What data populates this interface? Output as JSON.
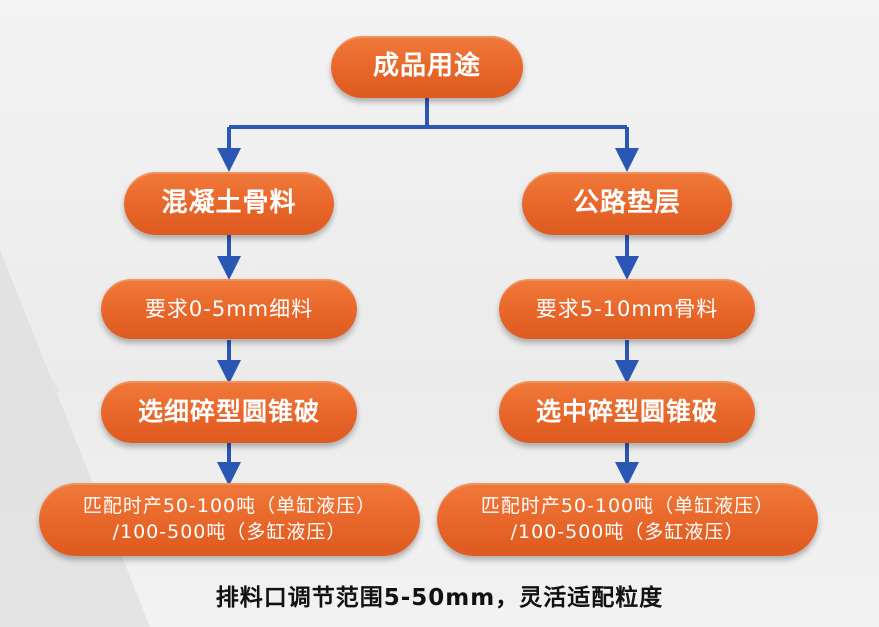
{
  "root": {
    "label": "成品用途"
  },
  "branches": [
    {
      "label": "混凝土骨料",
      "requirement": "要求0-5mm细料",
      "choice": "选细碎型圆锥破",
      "match": [
        "匹配时产50-100吨（单缸液压）",
        "/100-500吨（多缸液压）"
      ]
    },
    {
      "label": "公路垫层",
      "requirement": "要求5-10mm骨料",
      "choice": "选中碎型圆锥破",
      "match": [
        "匹配时产50-100吨（单缸液压）",
        "/100-500吨（多缸液压）"
      ]
    }
  ],
  "footer": {
    "text": "排料口调节范围5-50mm，灵活适配粒度"
  },
  "colors": {
    "node": "#e8662a",
    "arrow": "#2b57b4"
  }
}
